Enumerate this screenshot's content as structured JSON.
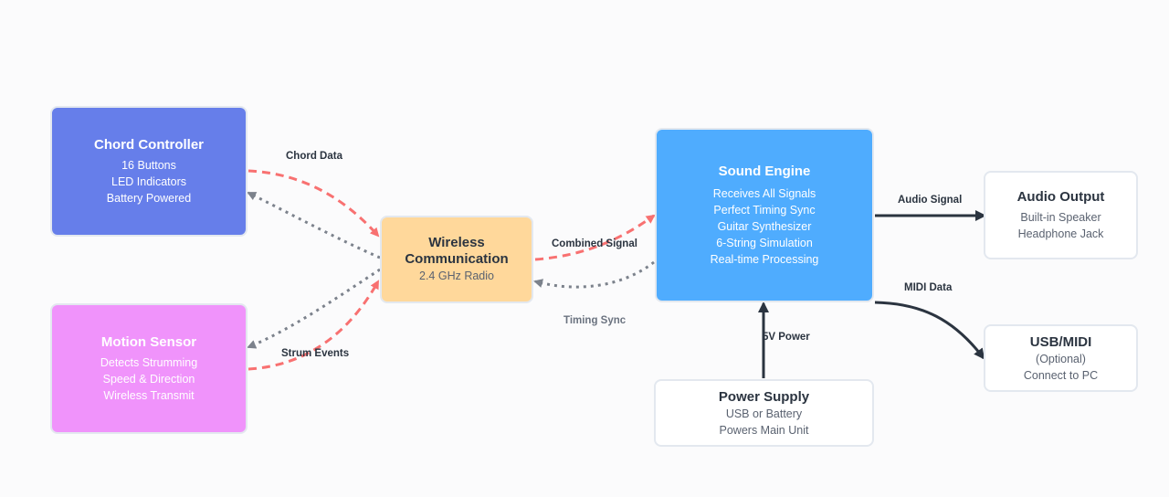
{
  "nodes": {
    "chord": {
      "title": "Chord Controller",
      "lines": [
        "16 Buttons",
        "LED Indicators",
        "Battery Powered"
      ]
    },
    "motion": {
      "title": "Motion Sensor",
      "lines": [
        "Detects Strumming",
        "Speed & Direction",
        "Wireless Transmit"
      ]
    },
    "wireless": {
      "title_1": "Wireless",
      "title_2": "Communication",
      "line": "2.4 GHz Radio"
    },
    "engine": {
      "title": "Sound Engine",
      "lines": [
        "Receives All Signals",
        "Perfect Timing Sync",
        "Guitar Synthesizer",
        "6-String Simulation",
        "Real-time Processing"
      ]
    },
    "audio": {
      "title": "Audio Output",
      "lines": [
        "Built-in Speaker",
        "Headphone Jack"
      ]
    },
    "usb": {
      "title": "USB/MIDI",
      "lines": [
        "(Optional)",
        "Connect to PC"
      ]
    },
    "power": {
      "title": "Power Supply",
      "lines": [
        "USB or Battery",
        "Powers Main Unit"
      ]
    }
  },
  "edges": {
    "chord_data": "Chord Data",
    "strum_events": "Strum Events",
    "combined_signal": "Combined Signal",
    "timing_sync": "Timing Sync",
    "audio_signal": "Audio Signal",
    "midi_data": "MIDI Data",
    "power_5v": "5V Power"
  },
  "colors": {
    "data_arrow": "#f87171",
    "feedback_arrow": "#7c828c",
    "solid_arrow": "#2b3440",
    "chord": "#667eea",
    "motion": "#f093fb",
    "wireless": "#ffd89b",
    "engine": "#4facfe"
  }
}
